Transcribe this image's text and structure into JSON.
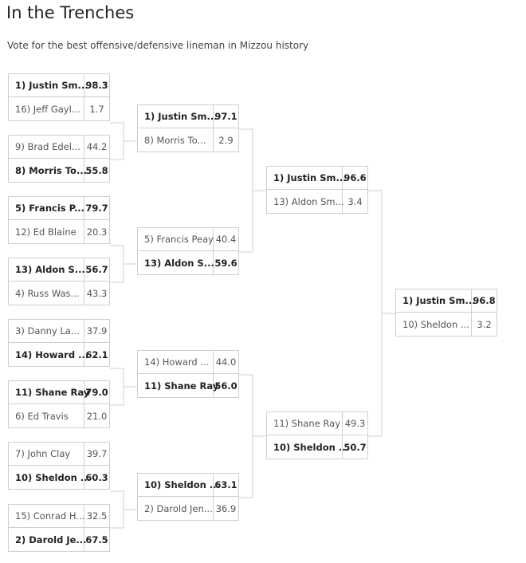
{
  "header": {
    "title": "In the Trenches",
    "subtitle": "Vote for the best offensive/defensive lineman in Mizzou history"
  },
  "rounds": [
    {
      "name": "round-1",
      "matches": [
        {
          "top": {
            "name": "1) Justin Sm...",
            "pct": "98.3",
            "winner": true
          },
          "bottom": {
            "name": "16) Jeff Gayl...",
            "pct": "1.7",
            "winner": false
          }
        },
        {
          "top": {
            "name": "9) Brad Edel...",
            "pct": "44.2",
            "winner": false
          },
          "bottom": {
            "name": "8) Morris To...",
            "pct": "55.8",
            "winner": true
          }
        },
        {
          "top": {
            "name": "5) Francis P...",
            "pct": "79.7",
            "winner": true
          },
          "bottom": {
            "name": "12) Ed Blaine",
            "pct": "20.3",
            "winner": false
          }
        },
        {
          "top": {
            "name": "13) Aldon S...",
            "pct": "56.7",
            "winner": true
          },
          "bottom": {
            "name": "4) Russ Was...",
            "pct": "43.3",
            "winner": false
          }
        },
        {
          "top": {
            "name": "3) Danny La...",
            "pct": "37.9",
            "winner": false
          },
          "bottom": {
            "name": "14) Howard ...",
            "pct": "62.1",
            "winner": true
          }
        },
        {
          "top": {
            "name": "11) Shane Ray",
            "pct": "79.0",
            "winner": true
          },
          "bottom": {
            "name": "6) Ed Travis",
            "pct": "21.0",
            "winner": false
          }
        },
        {
          "top": {
            "name": "7) John Clay",
            "pct": "39.7",
            "winner": false
          },
          "bottom": {
            "name": "10) Sheldon ...",
            "pct": "60.3",
            "winner": true
          }
        },
        {
          "top": {
            "name": "15) Conrad H...",
            "pct": "32.5",
            "winner": false
          },
          "bottom": {
            "name": "2) Darold Je...",
            "pct": "67.5",
            "winner": true
          }
        }
      ]
    },
    {
      "name": "round-2",
      "matches": [
        {
          "top": {
            "name": "1) Justin Sm...",
            "pct": "97.1",
            "winner": true
          },
          "bottom": {
            "name": "8) Morris To...",
            "pct": "2.9",
            "winner": false
          }
        },
        {
          "top": {
            "name": "5) Francis Peay",
            "pct": "40.4",
            "winner": false
          },
          "bottom": {
            "name": "13) Aldon S...",
            "pct": "59.6",
            "winner": true
          }
        },
        {
          "top": {
            "name": "14) Howard ...",
            "pct": "44.0",
            "winner": false
          },
          "bottom": {
            "name": "11) Shane Ray",
            "pct": "56.0",
            "winner": true
          }
        },
        {
          "top": {
            "name": "10) Sheldon ...",
            "pct": "63.1",
            "winner": true
          },
          "bottom": {
            "name": "2) Darold Jen...",
            "pct": "36.9",
            "winner": false
          }
        }
      ]
    },
    {
      "name": "round-3",
      "matches": [
        {
          "top": {
            "name": "1) Justin Sm...",
            "pct": "96.6",
            "winner": true
          },
          "bottom": {
            "name": "13) Aldon Sm...",
            "pct": "3.4",
            "winner": false
          }
        },
        {
          "top": {
            "name": "11) Shane Ray",
            "pct": "49.3",
            "winner": false
          },
          "bottom": {
            "name": "10) Sheldon ...",
            "pct": "50.7",
            "winner": true
          }
        }
      ]
    },
    {
      "name": "round-4",
      "matches": [
        {
          "top": {
            "name": "1) Justin Sm...",
            "pct": "96.8",
            "winner": true
          },
          "bottom": {
            "name": "10) Sheldon ...",
            "pct": "3.2",
            "winner": false
          }
        }
      ]
    }
  ]
}
